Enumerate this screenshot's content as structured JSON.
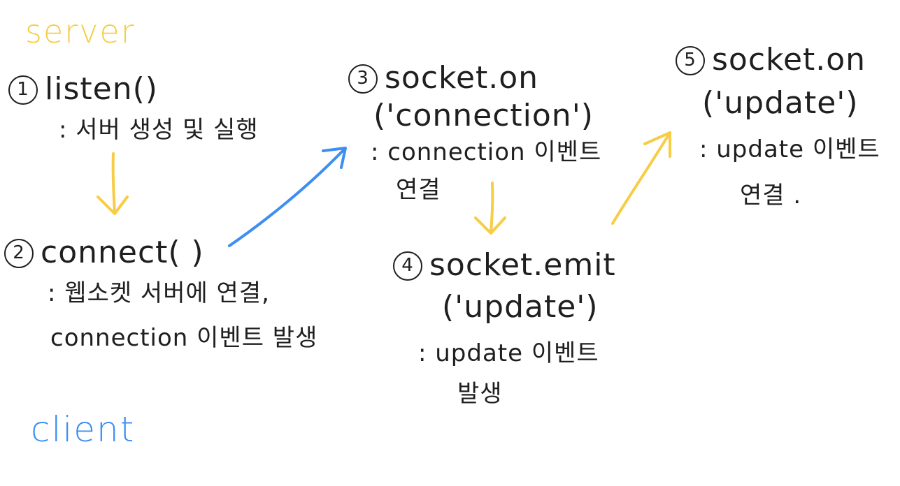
{
  "legend": {
    "server": {
      "label": "server",
      "color": "#f6cd45"
    },
    "client": {
      "label": "client",
      "color": "#3d8ef2"
    }
  },
  "steps": [
    {
      "number": "1",
      "title": "listen()",
      "desc_lines": [
        ": 서버 생성 및 실행"
      ],
      "side": "server"
    },
    {
      "number": "2",
      "title": "connect( )",
      "desc_lines": [
        ": 웹소켓 서버에 연결,",
        "connection 이벤트 발생"
      ],
      "side": "client"
    },
    {
      "number": "3",
      "title_lines": [
        "socket.on",
        "('connection')"
      ],
      "desc_lines": [
        ": connection 이벤트",
        "연결"
      ],
      "side": "server"
    },
    {
      "number": "4",
      "title_lines": [
        "socket.emit",
        "('update')"
      ],
      "desc_lines": [
        ": update 이벤트",
        "발생"
      ],
      "side": "client"
    },
    {
      "number": "5",
      "title_lines": [
        "socket.on",
        "('update')"
      ],
      "desc_lines": [
        ": update 이벤트",
        "연결 ."
      ],
      "side": "server"
    }
  ],
  "arrows": [
    {
      "from": "1",
      "to": "2",
      "color": "#f6cd45"
    },
    {
      "from": "2",
      "to": "3",
      "color": "#3d8ef2"
    },
    {
      "from": "3",
      "to": "4",
      "color": "#f6cd45"
    },
    {
      "from": "4",
      "to": "5",
      "color": "#f6cd45"
    }
  ]
}
